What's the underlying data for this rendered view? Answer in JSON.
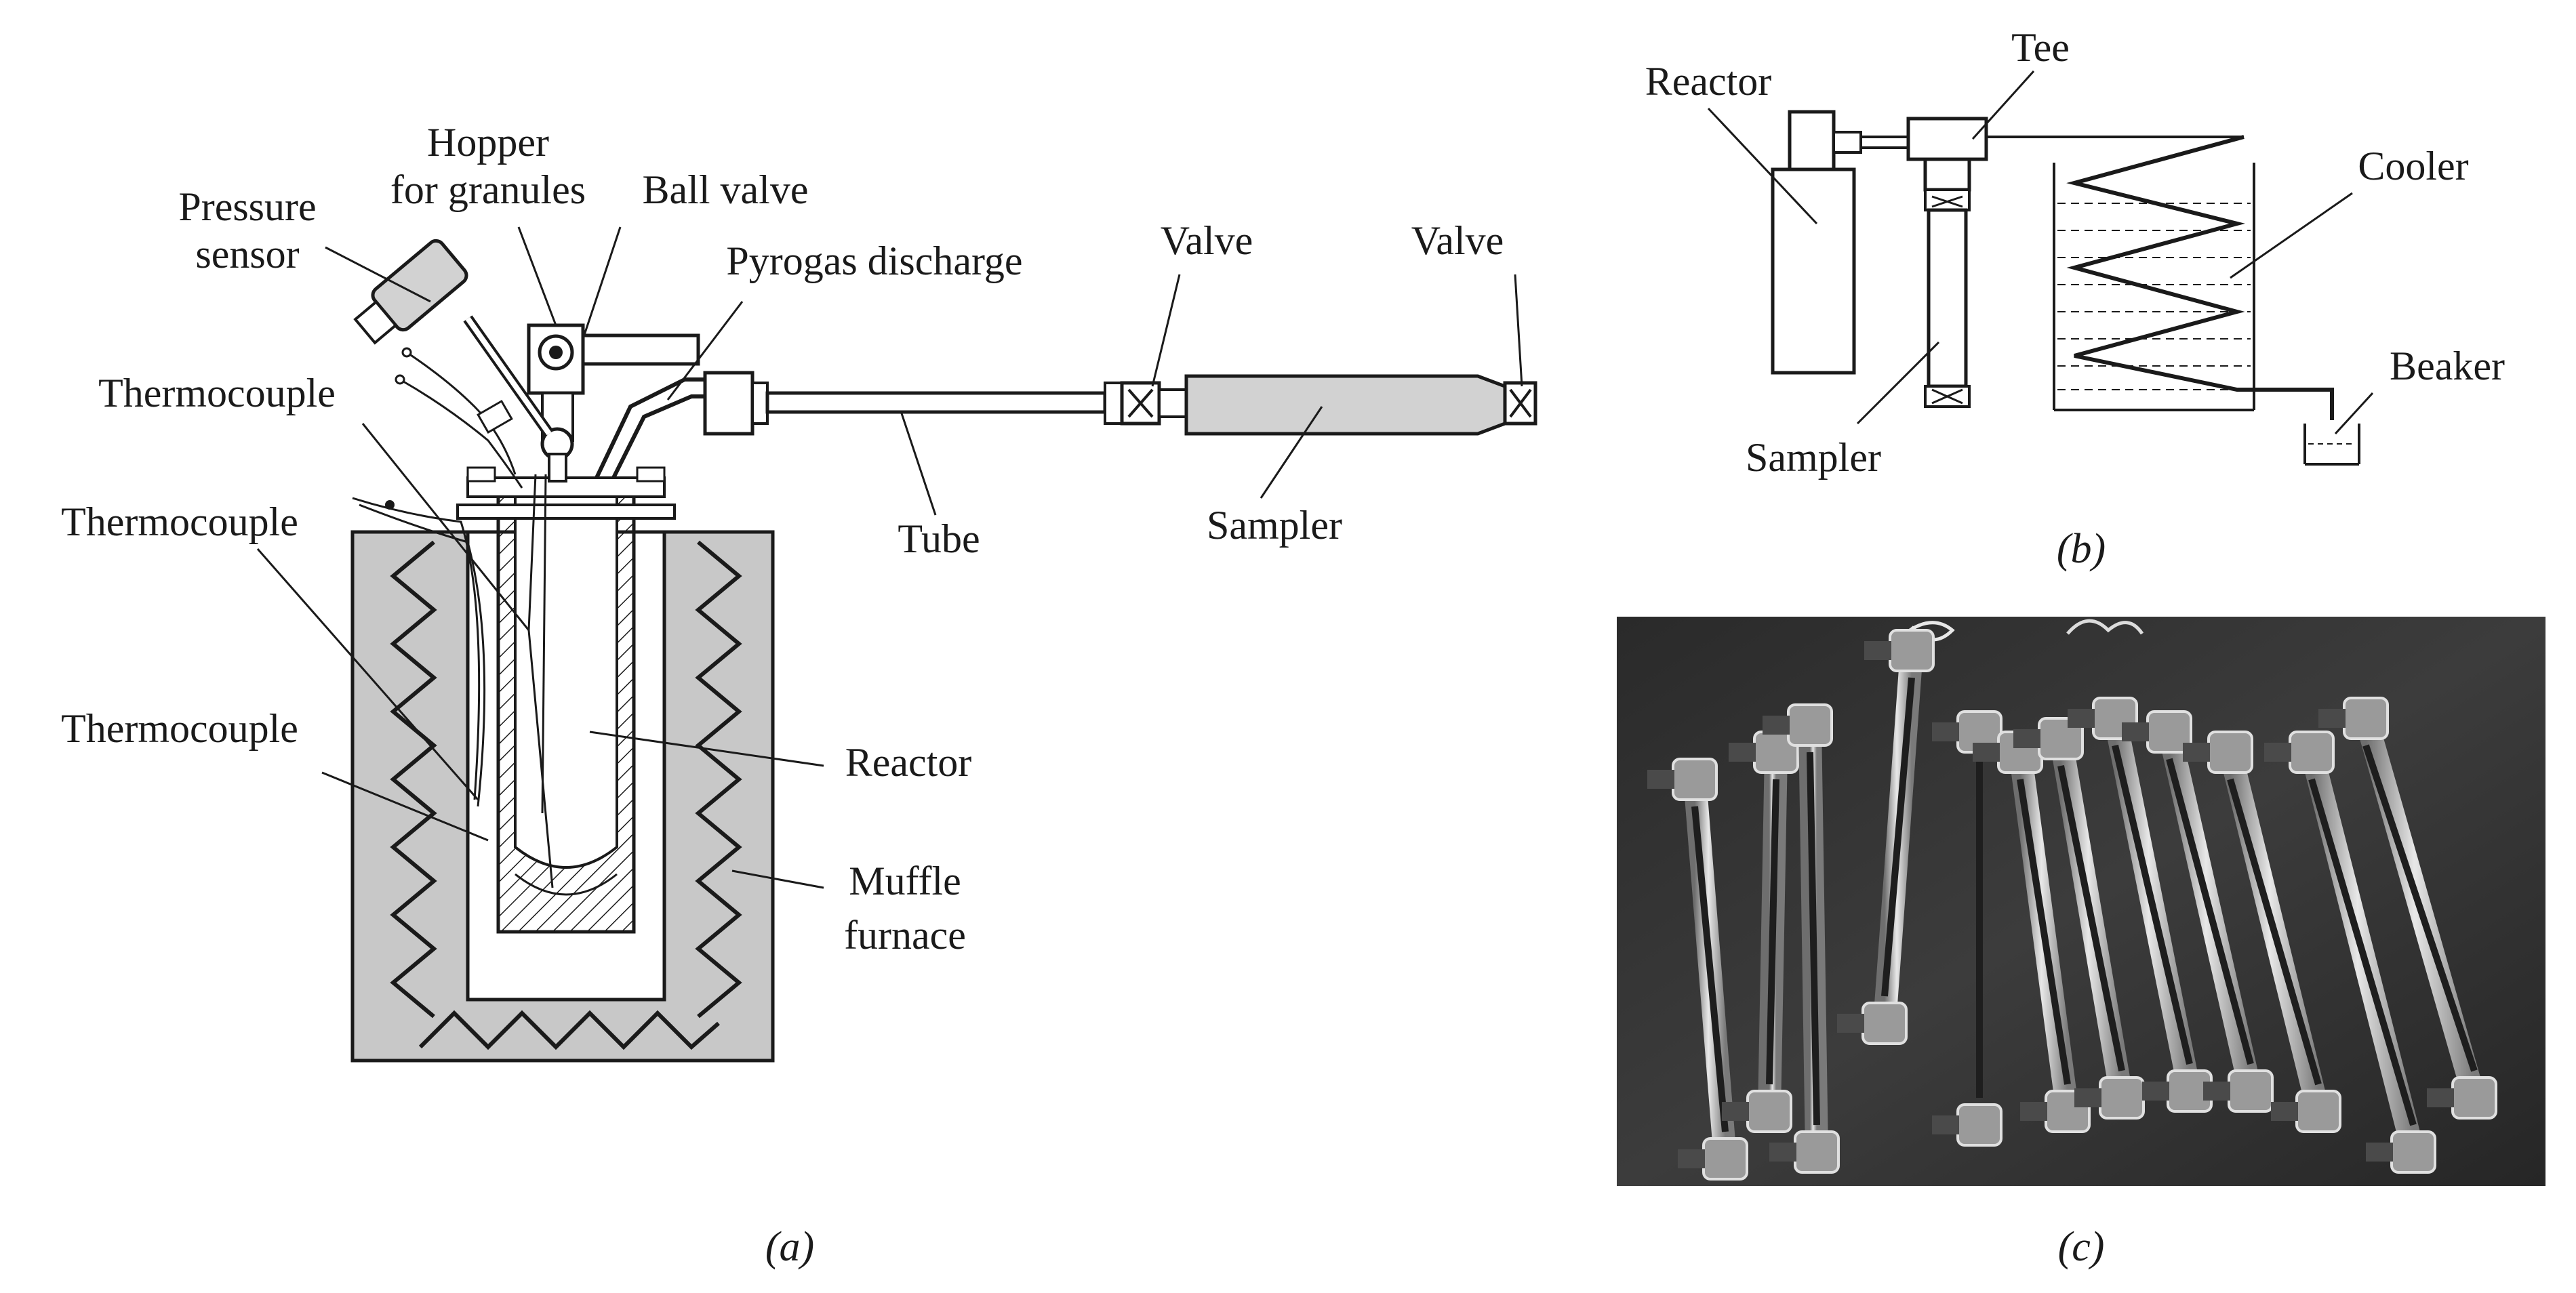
{
  "panel_a": {
    "caption": "(a)",
    "labels": {
      "hopper_line1": "Hopper",
      "hopper_line2": "for granules",
      "ball_valve": "Ball valve",
      "pressure_line1": "Pressure",
      "pressure_line2": "sensor",
      "pyrogas": "Pyrogas discharge",
      "valve_left": "Valve",
      "valve_right": "Valve",
      "thermocouple_1": "Thermocouple",
      "thermocouple_2": "Thermocouple",
      "thermocouple_3": "Thermocouple",
      "tube": "Tube",
      "sampler": "Sampler",
      "reactor": "Reactor",
      "muffle_line1": "Muffle",
      "muffle_line2": "furnace"
    }
  },
  "panel_b": {
    "caption": "(b)",
    "labels": {
      "reactor": "Reactor",
      "tee": "Tee",
      "cooler": "Cooler",
      "beaker": "Beaker",
      "sampler": "Sampler"
    }
  },
  "panel_c": {
    "caption": "(c)",
    "photo_description_color": "#3a3a3a"
  },
  "colors": {
    "furnace_fill": "#c8c8c8",
    "sampler_fill": "#d2d2d2",
    "ink": "#1a1a1a"
  }
}
